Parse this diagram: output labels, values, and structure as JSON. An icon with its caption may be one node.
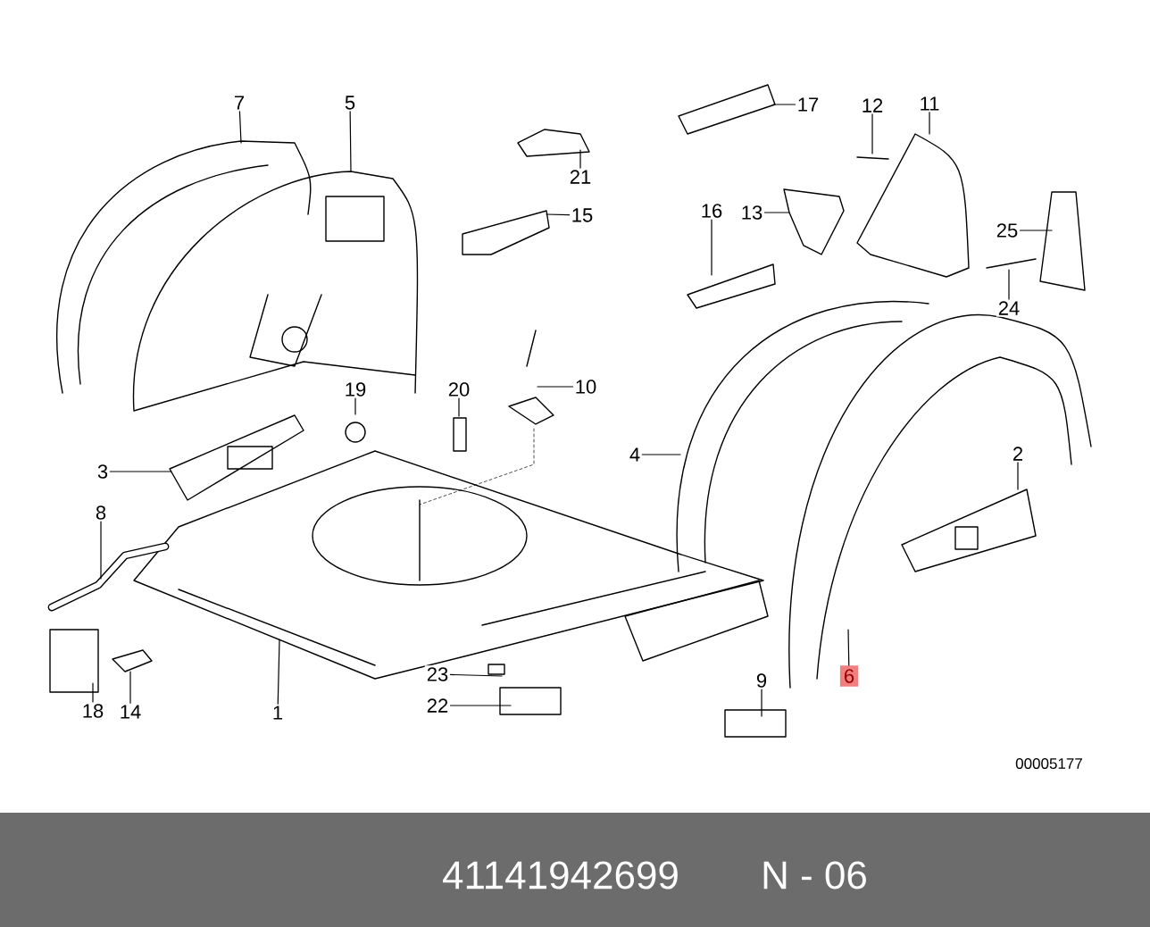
{
  "diagram": {
    "nodes": [
      {
        "text": [
          "7"
        ]
      },
      {
        "text": [
          "5"
        ]
      },
      {
        "text": [
          "17"
        ]
      },
      {
        "text": [
          "12"
        ]
      },
      {
        "text": [
          "11"
        ]
      },
      {
        "text": [
          "21"
        ]
      },
      {
        "text": [
          "15"
        ]
      },
      {
        "text": [
          "16"
        ]
      },
      {
        "text": [
          "13"
        ]
      },
      {
        "text": [
          "25"
        ]
      },
      {
        "text": [
          "24"
        ]
      },
      {
        "text": [
          "19"
        ]
      },
      {
        "text": [
          "20"
        ]
      },
      {
        "text": [
          "10"
        ]
      },
      {
        "text": [
          "4"
        ]
      },
      {
        "text": [
          "3"
        ]
      },
      {
        "text": [
          "2"
        ]
      },
      {
        "text": [
          "8"
        ]
      },
      {
        "text": [
          "6"
        ]
      },
      {
        "text": [
          "23"
        ]
      },
      {
        "text": [
          "22"
        ]
      },
      {
        "text": [
          "9"
        ]
      },
      {
        "text": [
          "18"
        ]
      },
      {
        "text": [
          "14"
        ]
      },
      {
        "text": [
          "1"
        ]
      }
    ],
    "edges": [
      {
        "from": 0,
        "to": null,
        "arrow": "none"
      },
      {
        "from": 1,
        "to": null,
        "arrow": "none"
      },
      {
        "from": 2,
        "to": null,
        "arrow": "none"
      },
      {
        "from": 3,
        "to": null,
        "arrow": "none"
      },
      {
        "from": 4,
        "to": null,
        "arrow": "none"
      },
      {
        "from": 5,
        "to": null,
        "arrow": "none"
      },
      {
        "from": 6,
        "to": null,
        "arrow": "none"
      },
      {
        "from": 7,
        "to": null,
        "arrow": "none"
      },
      {
        "from": 8,
        "to": null,
        "arrow": "none"
      },
      {
        "from": 9,
        "to": null,
        "arrow": "none"
      },
      {
        "from": 10,
        "to": null,
        "arrow": "none"
      },
      {
        "from": 11,
        "to": null,
        "arrow": "none"
      },
      {
        "from": 12,
        "to": null,
        "arrow": "none"
      },
      {
        "from": 13,
        "to": null,
        "arrow": "none"
      },
      {
        "from": 14,
        "to": null,
        "arrow": "none"
      },
      {
        "from": 15,
        "to": null,
        "arrow": "none"
      },
      {
        "from": 16,
        "to": null,
        "arrow": "none"
      },
      {
        "from": 17,
        "to": null,
        "arrow": "none"
      },
      {
        "from": 18,
        "to": null,
        "arrow": "none"
      },
      {
        "from": 19,
        "to": null,
        "arrow": "none"
      },
      {
        "from": 20,
        "to": null,
        "arrow": "none"
      },
      {
        "from": 21,
        "to": null,
        "arrow": "none"
      },
      {
        "from": 22,
        "to": null,
        "arrow": "none"
      },
      {
        "from": 23,
        "to": null,
        "arrow": "none"
      },
      {
        "from": 24,
        "to": null,
        "arrow": "none"
      }
    ],
    "labels": [
      "00005177",
      "41141942699",
      "N - 06"
    ]
  }
}
